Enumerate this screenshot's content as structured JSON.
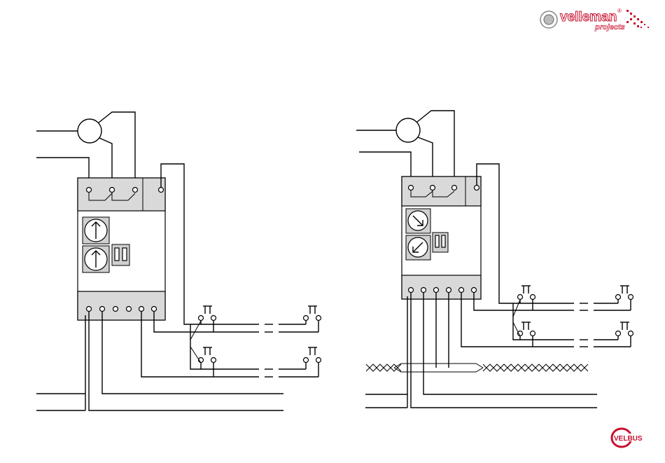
{
  "logo": {
    "brand": "velleman",
    "registered": "®",
    "tagline": "projects",
    "brand_color": "#c8102e"
  },
  "bus_logo": {
    "text": "VELBUS",
    "color": "#c8102e"
  },
  "icons": [
    "velleman-logo-icon",
    "velbus-logo-icon",
    "motor-icon",
    "dial-up-arrow-icon",
    "dial-diagonal-arrow-icon",
    "dip-switch-icon",
    "push-button-icon"
  ],
  "diagrams": [
    {
      "name": "left-wiring-diagram",
      "module_terminals_bottom": 6,
      "dials": [
        "up",
        "up"
      ]
    },
    {
      "name": "right-wiring-diagram",
      "module_terminals_bottom": 6,
      "dials": [
        "down-right",
        "down-left"
      ]
    }
  ]
}
